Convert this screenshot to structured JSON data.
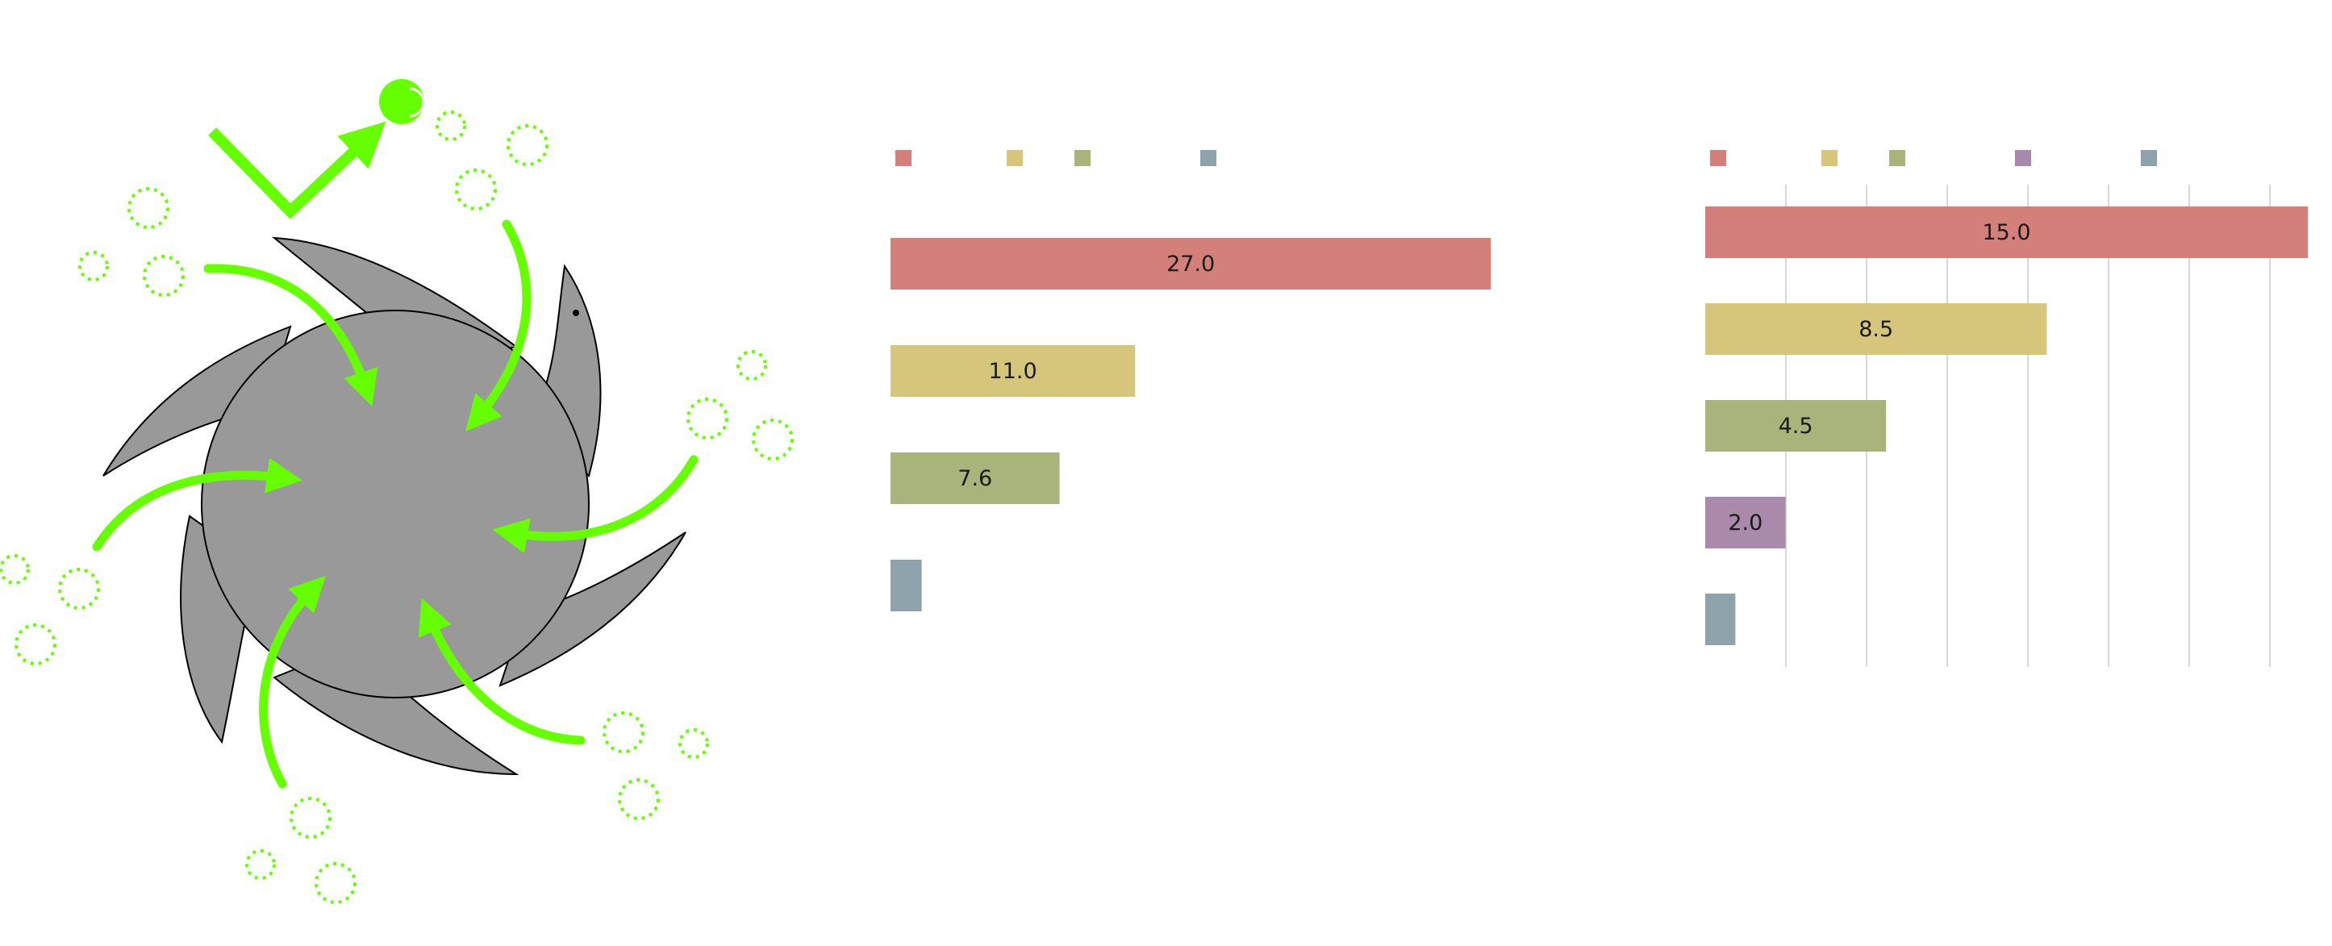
{
  "illustration": {
    "accent": "#66ff00",
    "fan_fill": "#999999",
    "outline": "#000000",
    "icons": [
      "fan-icon",
      "inward-arrow-icon",
      "checkmark-icon",
      "bubble-icon"
    ]
  },
  "chart_data": [
    {
      "type": "bar",
      "orientation": "horizontal",
      "title": "",
      "xlabel": "",
      "ylabel": "",
      "grid": false,
      "legend_position": "top",
      "xlim": [
        0,
        30
      ],
      "values": [
        27.0,
        11.0,
        7.6,
        1.4
      ],
      "labels": [
        "27.0",
        "11.0",
        "7.6",
        ""
      ],
      "colors": [
        "#d4807a",
        "#d6c67b",
        "#a8b47c",
        "#8fa3ad"
      ]
    },
    {
      "type": "bar",
      "orientation": "horizontal",
      "title": "",
      "xlabel": "",
      "ylabel": "",
      "grid": true,
      "legend_position": "top",
      "xlim": [
        0,
        15.5
      ],
      "values": [
        15.0,
        8.5,
        4.5,
        2.0,
        0.75
      ],
      "labels": [
        "15.0",
        "8.5",
        "4.5",
        "2.0",
        ""
      ],
      "colors": [
        "#d4807a",
        "#d6c67b",
        "#a8b47c",
        "#a98aaa",
        "#8fa3ad"
      ]
    }
  ]
}
